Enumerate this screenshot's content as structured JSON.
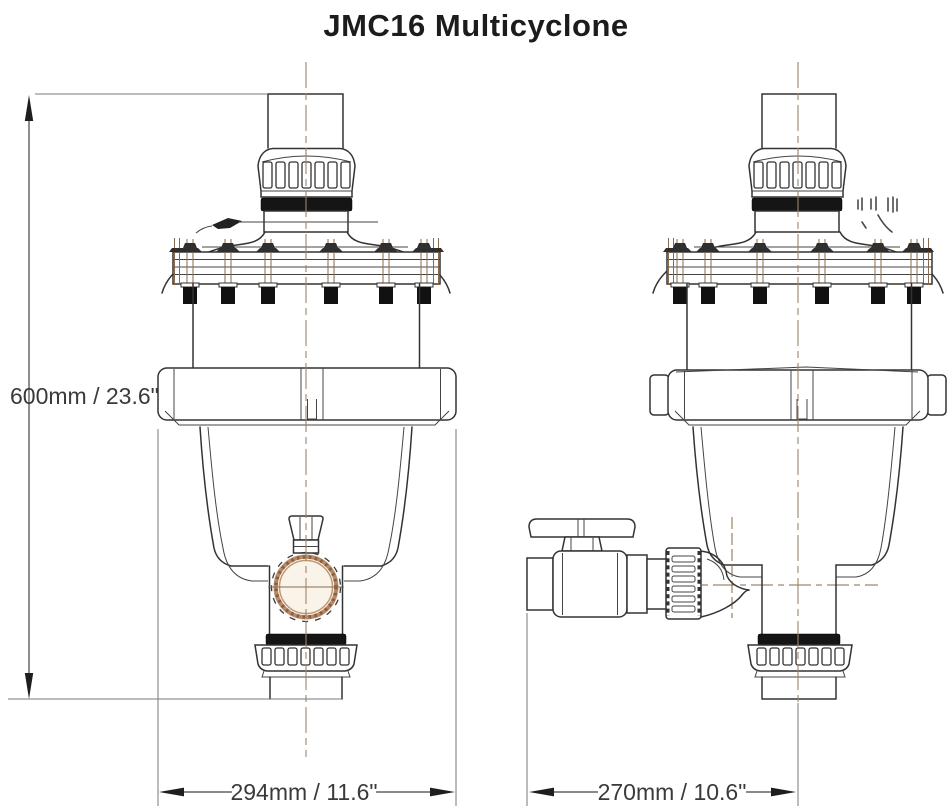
{
  "title": "JMC16 Multicyclone",
  "drawing": {
    "type": "technical dimension drawing",
    "views": [
      "front view with drain port",
      "side view with drain valve"
    ]
  },
  "dimensions": {
    "height": {
      "label": "600mm / 23.6\""
    },
    "width_front": {
      "label": "294mm / 11.6\""
    },
    "width_side": {
      "label": "270mm / 10.6\""
    }
  },
  "colors": {
    "background": "#ffffff",
    "line": "#333333",
    "black_fill": "#151515",
    "centerline": "#9b8468",
    "thread_ring": "#b5886b",
    "thread_fill": "#faf3ea",
    "dimension": "#444444",
    "text": "#2e2e2e"
  }
}
